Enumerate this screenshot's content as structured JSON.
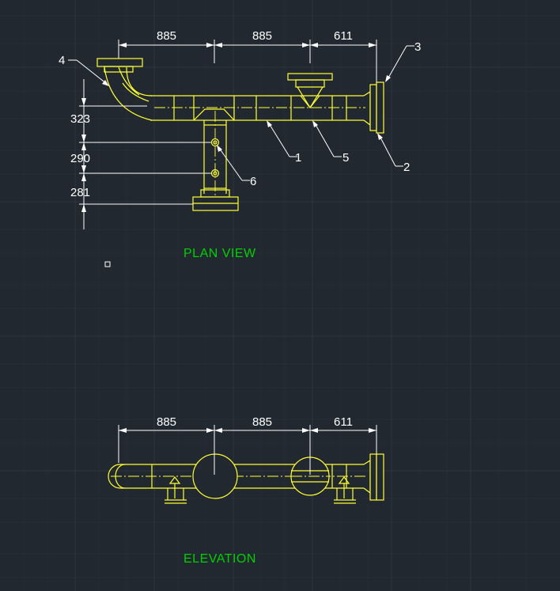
{
  "plan": {
    "title": "PLAN  VIEW",
    "dims": {
      "d1": "885",
      "d2": "885",
      "d3": "611",
      "v1": "323",
      "v2": "290",
      "v3": "281"
    },
    "callouts": {
      "c1": "1",
      "c2": "2",
      "c3": "3",
      "c4": "4",
      "c5": "5",
      "c6": "6"
    }
  },
  "elevation": {
    "title": "ELEVATION",
    "dims": {
      "d1": "885",
      "d2": "885",
      "d3": "611"
    }
  },
  "colors": {
    "background": "#212830",
    "geometry": "#ffff33",
    "dimension": "#ffffff",
    "title": "#00d000"
  }
}
